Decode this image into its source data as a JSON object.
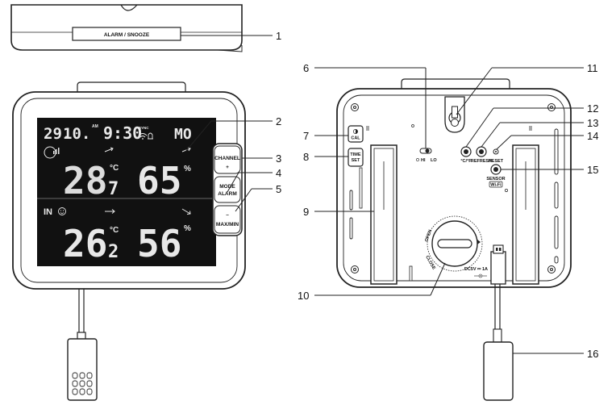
{
  "top_view": {
    "alarm_snooze_label": "ALARM / SNOOZE"
  },
  "front_lcd": {
    "date_day": "29.",
    "date_month": "10.",
    "am_label": "AM",
    "time": "9:30",
    "sync_label": "SYNC",
    "weekday": "MO",
    "outdoor_temp_main": "28",
    "outdoor_temp_dec": "7",
    "temp_unit": "°C",
    "outdoor_hum": "65",
    "hum_unit": "%",
    "indoor_label": "IN",
    "indoor_temp_main": "26",
    "indoor_temp_dec": "2",
    "indoor_hum": "56"
  },
  "side_buttons": {
    "channel_label": "CHANNEL",
    "plus_label": "+",
    "mode_label": "MODE",
    "alarm_label": "ALARM",
    "minus_label": "–",
    "maxmin_label": "MAX/MIN"
  },
  "back_view": {
    "cal_label": "CAL",
    "time_label": "TIME",
    "set_label": "SET",
    "hi_label": "HI",
    "lo_label": "LO",
    "unit_switch_label": "°C/°F",
    "refresh_label": "REFRESH",
    "reset_label": "RESET",
    "sensor_label": "SENSOR",
    "wifi_label": "Wi-Fi",
    "power_label": "DC5V ⎓ 1A",
    "battery_open_label": "OPEN",
    "battery_close_label": "CLOSE"
  },
  "callouts": [
    "1",
    "2",
    "3",
    "4",
    "5",
    "6",
    "7",
    "8",
    "9",
    "10",
    "11",
    "12",
    "13",
    "14",
    "15",
    "16"
  ]
}
